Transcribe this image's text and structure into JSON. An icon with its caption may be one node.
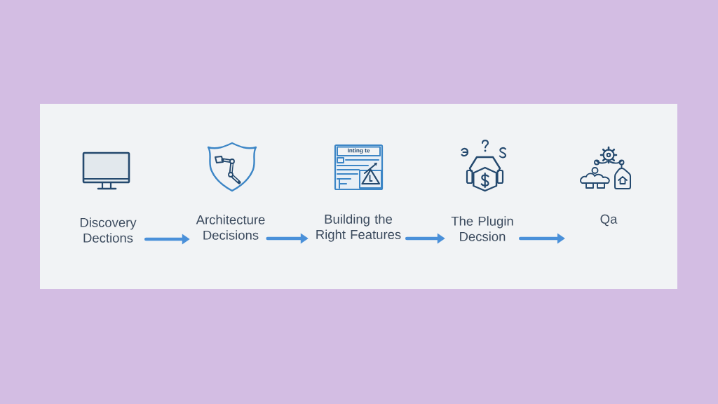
{
  "diagram": {
    "nodes": [
      {
        "text": [
          "Discovery Dections"
        ]
      },
      {
        "text": [
          "Architecture Decisions"
        ]
      },
      {
        "text": [
          "Building the Right Features"
        ]
      },
      {
        "text": [
          "The Plugin Decsion"
        ]
      },
      {
        "text": [
          "Qa"
        ]
      }
    ],
    "edges": [
      {
        "from": 0,
        "to": 1,
        "arrow": "to"
      },
      {
        "from": 1,
        "to": 2,
        "arrow": "to"
      },
      {
        "from": 2,
        "to": 3,
        "arrow": "to"
      },
      {
        "from": 3,
        "to": 4,
        "arrow": "to"
      }
    ],
    "labels": [
      "Inting te"
    ]
  }
}
